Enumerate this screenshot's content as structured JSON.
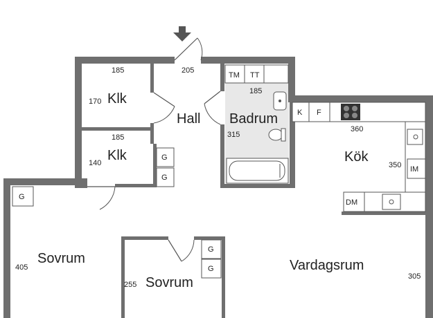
{
  "rooms": {
    "klk_top": "Klk",
    "hall": "Hall",
    "badrum": "Badrum",
    "klk_mid": "Klk",
    "kok": "Kök",
    "sovrum_left": "Sovrum",
    "sovrum_center": "Sovrum",
    "vardagsrum": "Vardagsrum"
  },
  "dimensions": {
    "klk_top_width": "185",
    "klk_top_depth": "170",
    "hall_width": "205",
    "badrum_width": "185",
    "badrum_depth": "315",
    "klk_mid_width": "185",
    "klk_mid_depth": "140",
    "kok_width": "360",
    "kok_depth": "350",
    "sovrum_left_depth": "405",
    "sovrum_center_depth": "255",
    "vardagsrum_depth": "305"
  },
  "fixtures": {
    "tm": "TM",
    "tt": "TT",
    "k": "K",
    "f": "F",
    "im": "IM",
    "dm": "DM",
    "g": "G"
  },
  "icons": [
    "entrance-arrow-icon",
    "door-swing-icon",
    "stove-icon",
    "sink-icon",
    "toilet-icon",
    "bathtub-icon"
  ],
  "colors": {
    "wall": "#6f6f6f",
    "bathroom_floor": "#e8e8e8",
    "stove": "#333333"
  }
}
